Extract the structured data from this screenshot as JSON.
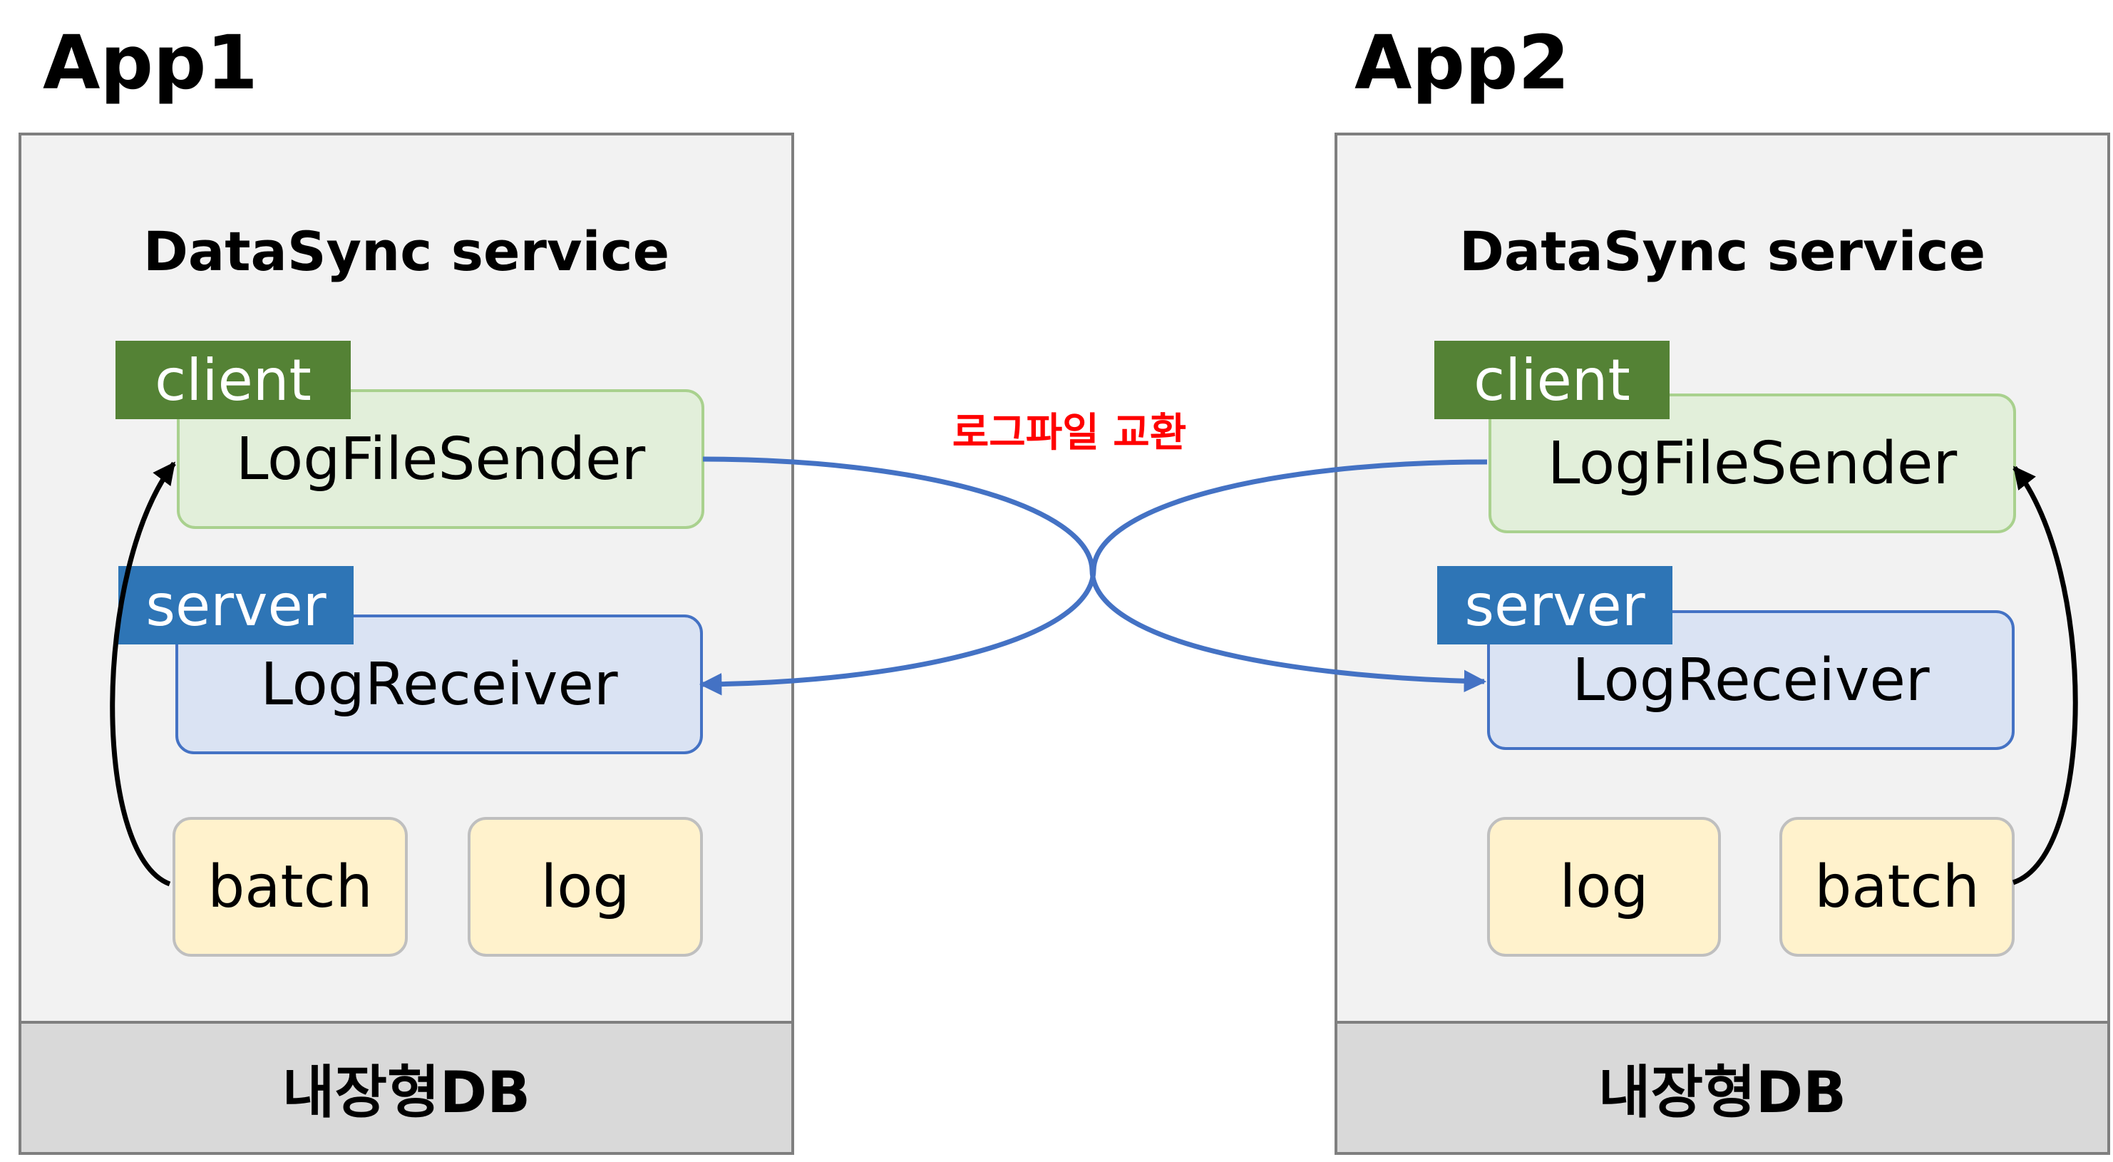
{
  "apps": [
    {
      "title": "App1",
      "service_title": "DataSync service",
      "client_tag": "client",
      "sender_label": "LogFileSender",
      "server_tag": "server",
      "receiver_label": "LogReceiver",
      "bottom_left": "batch",
      "bottom_right": "log",
      "db_label": "내장형DB"
    },
    {
      "title": "App2",
      "service_title": "DataSync service",
      "client_tag": "client",
      "sender_label": "LogFileSender",
      "server_tag": "server",
      "receiver_label": "LogReceiver",
      "bottom_left": "log",
      "bottom_right": "batch",
      "db_label": "내장형DB"
    }
  ],
  "exchange_label": "로그파일 교환",
  "colors": {
    "exchange_line": "#4472c4",
    "exchange_text": "#ff0000",
    "client_tag": "#548235",
    "server_tag": "#2e75b6",
    "batch_arrow": "#000000"
  }
}
